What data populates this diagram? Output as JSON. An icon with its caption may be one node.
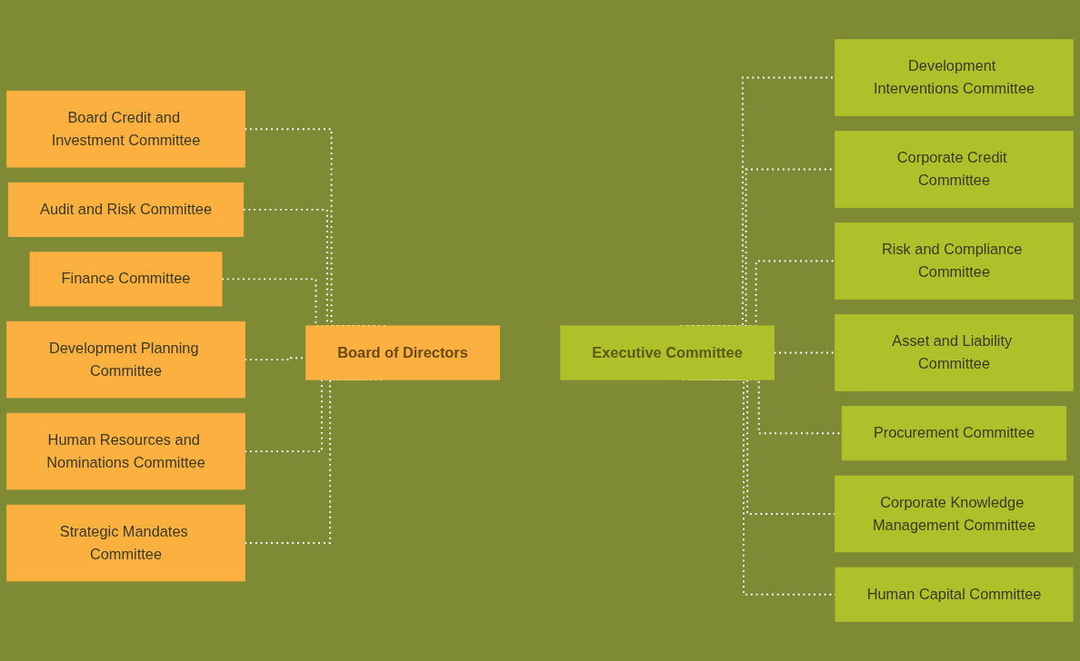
{
  "diagram": {
    "nodes": [
      {
        "text": [
          "Board Credit and Investment Committee"
        ]
      },
      {
        "text": [
          "Audit and Risk Committee"
        ]
      },
      {
        "text": [
          "Finance Committee"
        ]
      },
      {
        "text": [
          "Development Planning Committee"
        ]
      },
      {
        "text": [
          "Human Resources and Nominations Committee"
        ]
      },
      {
        "text": [
          "Strategic Mandates Committee"
        ]
      },
      {
        "text": [
          "Board of Directors"
        ]
      },
      {
        "text": [
          "Executive Committee"
        ]
      },
      {
        "text": [
          "Development Interventions Committee"
        ]
      },
      {
        "text": [
          "Corporate Credit Committee"
        ]
      },
      {
        "text": [
          "Risk and Compliance Committee"
        ]
      },
      {
        "text": [
          "Asset and Liability Committee"
        ]
      },
      {
        "text": [
          "Procurement Committee"
        ]
      },
      {
        "text": [
          "Corporate Knowledge Management Committee"
        ]
      },
      {
        "text": [
          "Human Capital Committee"
        ]
      }
    ],
    "edges": [
      {
        "from": 0,
        "to": 6,
        "arrow": "none",
        "style": "dashed"
      },
      {
        "from": 1,
        "to": 6,
        "arrow": "none",
        "style": "dashed"
      },
      {
        "from": 2,
        "to": 6,
        "arrow": "none",
        "style": "dashed"
      },
      {
        "from": 3,
        "to": 6,
        "arrow": "none",
        "style": "dashed"
      },
      {
        "from": 4,
        "to": 6,
        "arrow": "none",
        "style": "dashed"
      },
      {
        "from": 5,
        "to": 6,
        "arrow": "none",
        "style": "dashed"
      },
      {
        "from": 7,
        "to": 8,
        "arrow": "none",
        "style": "dashed"
      },
      {
        "from": 7,
        "to": 9,
        "arrow": "none",
        "style": "dashed"
      },
      {
        "from": 7,
        "to": 10,
        "arrow": "none",
        "style": "dashed"
      },
      {
        "from": 7,
        "to": 11,
        "arrow": "none",
        "style": "dashed"
      },
      {
        "from": 7,
        "to": 12,
        "arrow": "none",
        "style": "dashed"
      },
      {
        "from": 7,
        "to": 13,
        "arrow": "none",
        "style": "dashed"
      },
      {
        "from": 7,
        "to": 14,
        "arrow": "none",
        "style": "dashed"
      }
    ]
  }
}
